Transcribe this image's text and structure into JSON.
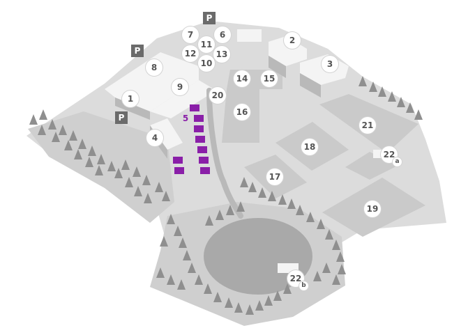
{
  "colors": {
    "ground": "#dcdcdc",
    "ground_edge": "#cfcfcf",
    "field": "#cacaca",
    "building_top": "#f4f4f4",
    "building_side": "#b9b9b9",
    "tree": "#8f8f8f",
    "water": "#a9a9a9",
    "highlight": "#8a1fa8",
    "parking_bg": "#6b6b6b",
    "marker_text": "#555555"
  },
  "markers": [
    {
      "label": "1"
    },
    {
      "label": "2"
    },
    {
      "label": "3"
    },
    {
      "label": "4"
    },
    {
      "label": "5",
      "highlight": true
    },
    {
      "label": "6"
    },
    {
      "label": "7"
    },
    {
      "label": "8"
    },
    {
      "label": "9"
    },
    {
      "label": "10"
    },
    {
      "label": "11"
    },
    {
      "label": "12"
    },
    {
      "label": "13"
    },
    {
      "label": "14"
    },
    {
      "label": "15"
    },
    {
      "label": "16"
    },
    {
      "label": "17"
    },
    {
      "label": "18"
    },
    {
      "label": "19"
    },
    {
      "label": "20"
    },
    {
      "label": "21"
    },
    {
      "label": "22",
      "sub": "a"
    },
    {
      "label": "22",
      "sub": "b"
    }
  ],
  "parking": [
    {
      "label": "P",
      "icon": "parking-icon"
    },
    {
      "label": "P",
      "icon": "parking-icon"
    },
    {
      "label": "P",
      "icon": "parking-icon"
    }
  ]
}
